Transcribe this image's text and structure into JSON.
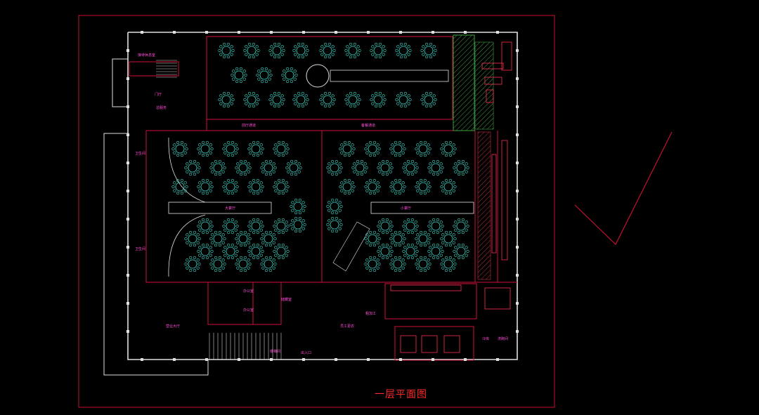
{
  "drawing": {
    "title": "一层平面图",
    "background": "#000000",
    "frame_color": "#c8102e",
    "wall_color": "#e0e0e0",
    "partition_color": "#d0103a",
    "table_color": "#3fe0d0",
    "label_color": "#ff4fd8",
    "hatch_color": "#3fa040"
  },
  "rooms": {
    "vip_room": "接待休息室",
    "lobby_upper": "门厅",
    "lobby_lower": "总服务",
    "corridor_left": "前厅通道",
    "corridor_right": "备餐通道",
    "hall_left": "大宴厅",
    "hall_right": "小宴厅",
    "toilet_1": "卫生间",
    "toilet_2": "卫生间",
    "office_1": "办公室",
    "office_2": "办公室",
    "storage": "储藏室",
    "main_lobby": "营业大厅",
    "stair_label": "楼梯间",
    "entrance": "出入口",
    "staff_room": "员工更衣",
    "kitchen_1": "粗加工",
    "kitchen_2": "冷库",
    "kitchen_3": "洗碗间"
  }
}
